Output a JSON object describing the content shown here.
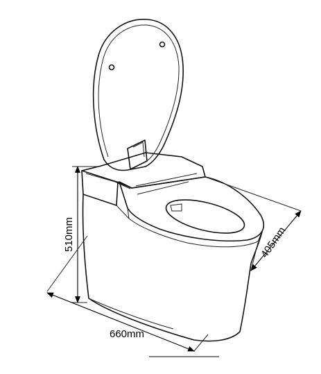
{
  "drawing": {
    "dimensions": {
      "height": {
        "label": "510mm"
      },
      "length": {
        "label": "660mm"
      },
      "width": {
        "label": "405mm"
      }
    },
    "colors": {
      "line": "#111111",
      "background": "#ffffff"
    }
  }
}
